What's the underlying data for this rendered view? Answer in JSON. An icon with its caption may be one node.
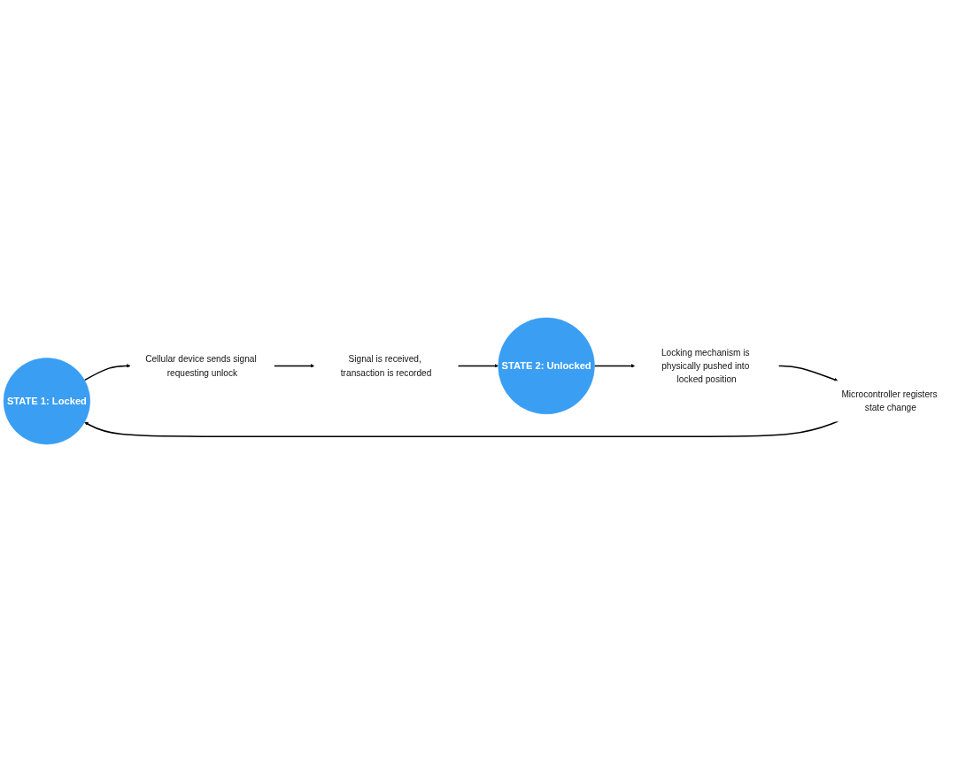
{
  "diagram": {
    "nodes": [
      {
        "text": [
          "STATE 1: Locked"
        ]
      },
      {
        "text": [
          "Cellular device sends signal requesting unlock"
        ]
      },
      {
        "text": [
          "Signal is received, transaction is recorded"
        ]
      },
      {
        "text": [
          "STATE 2: Unlocked"
        ]
      },
      {
        "text": [
          "Locking mechanism is physically pushed into locked position"
        ]
      },
      {
        "text": [
          "Microcontroller registers state change"
        ]
      }
    ],
    "edges": [
      {
        "from": 0,
        "to": 1,
        "arrow": "to"
      },
      {
        "from": 1,
        "to": 2,
        "arrow": "to"
      },
      {
        "from": 2,
        "to": 3,
        "arrow": "to"
      },
      {
        "from": 3,
        "to": 4,
        "arrow": "to"
      },
      {
        "from": 4,
        "to": 5,
        "arrow": "to"
      },
      {
        "from": 5,
        "to": 0,
        "arrow": "to"
      }
    ]
  }
}
